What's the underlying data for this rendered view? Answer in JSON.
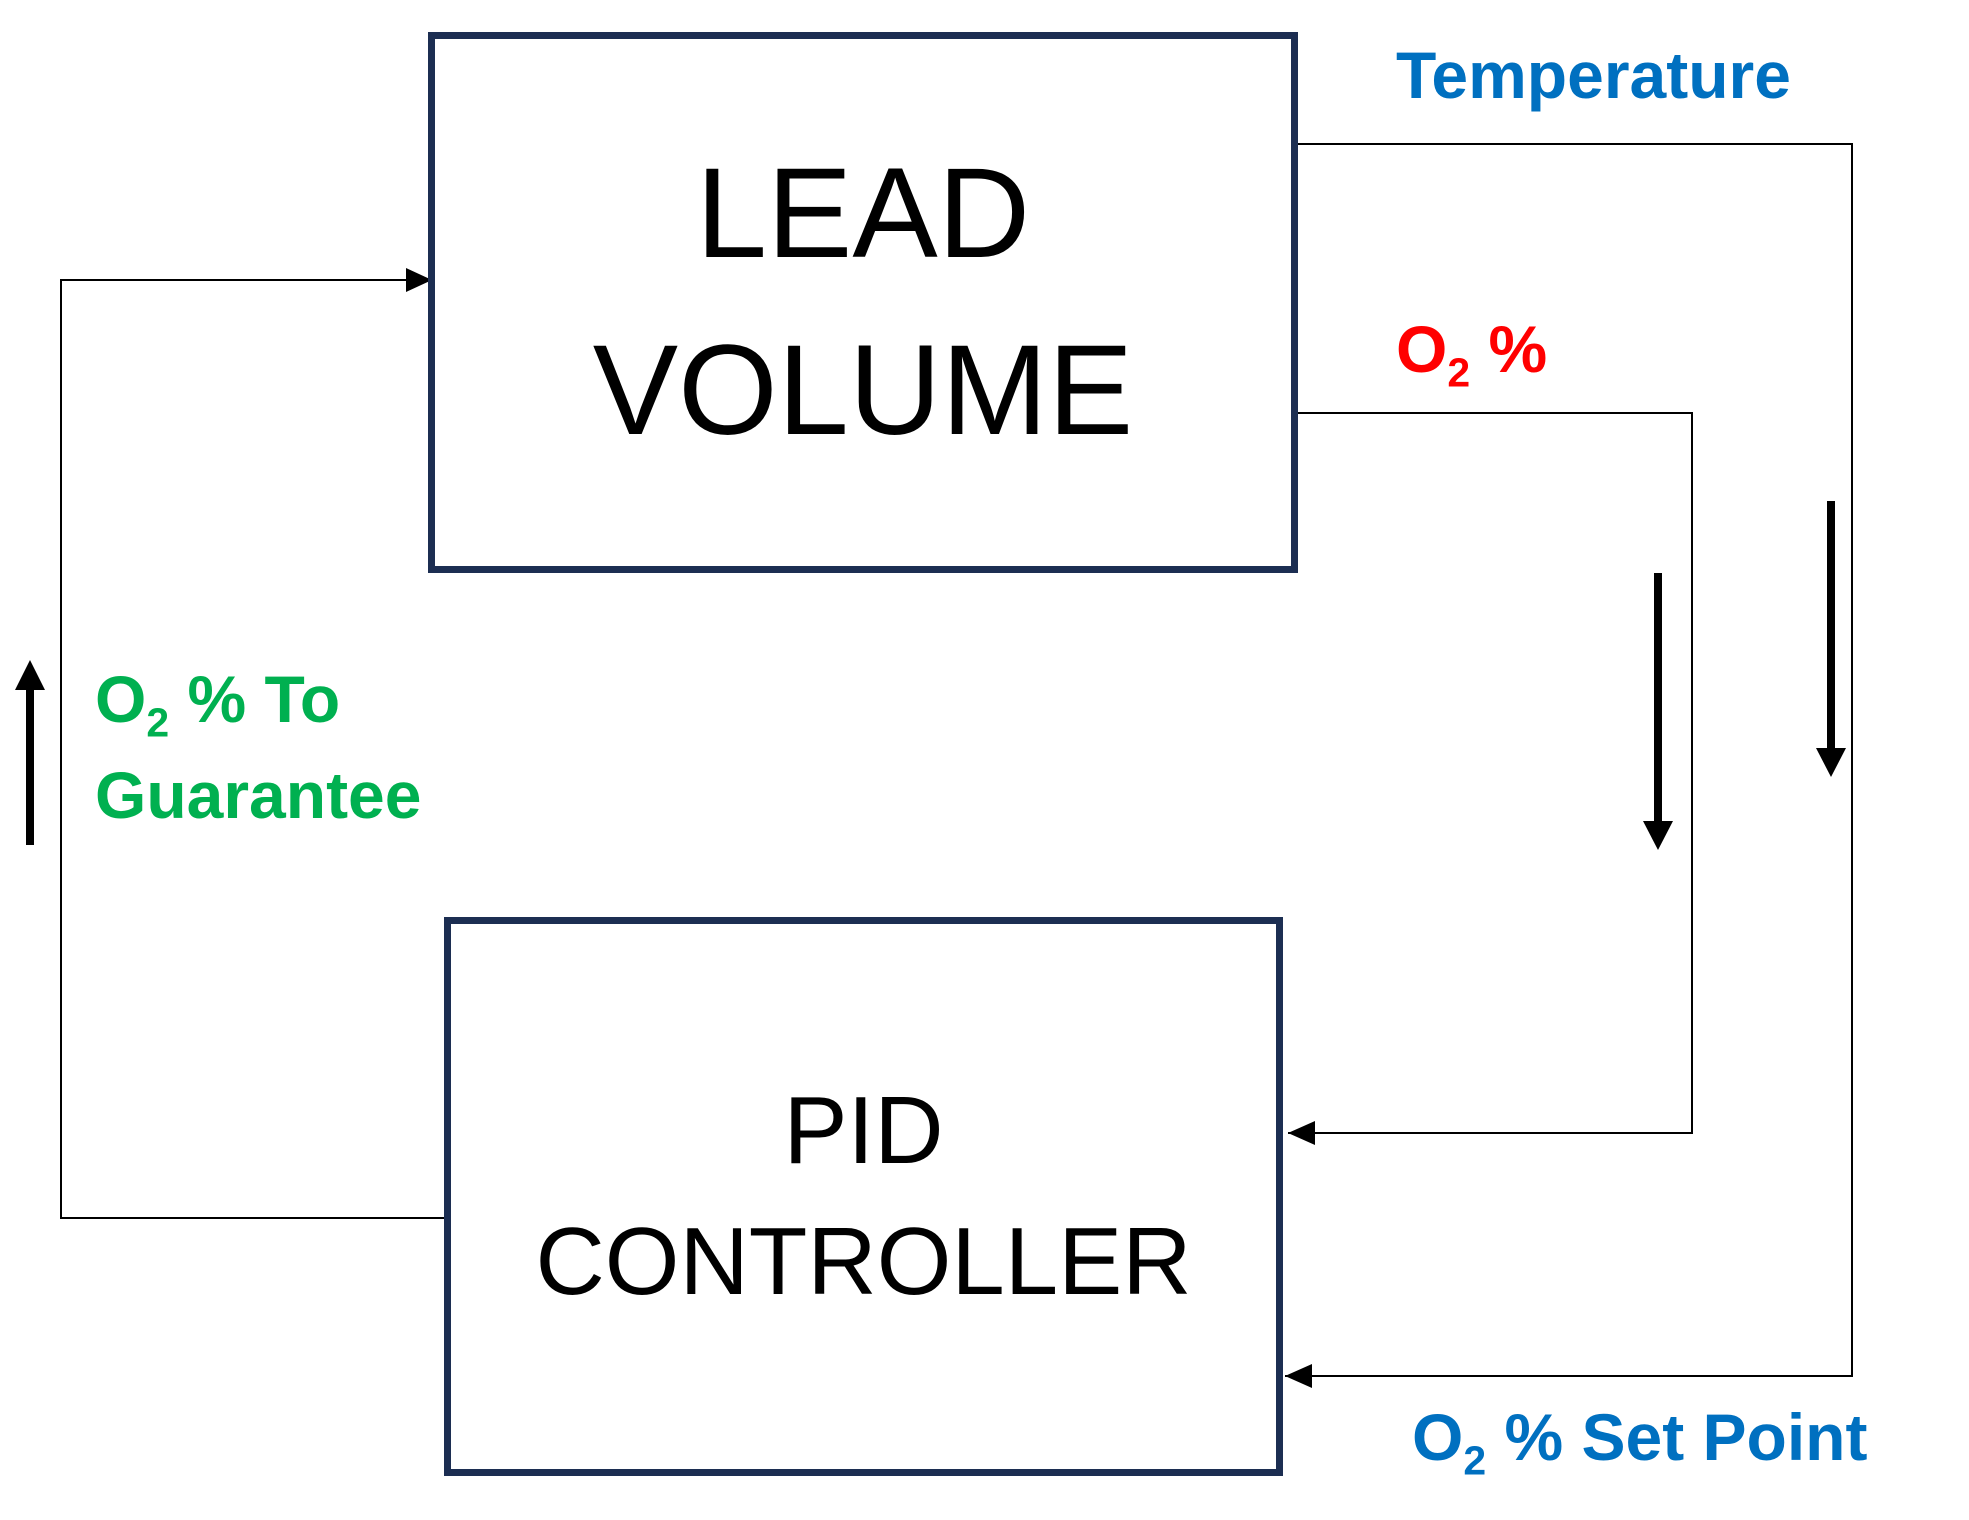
{
  "diagram": {
    "blocks": {
      "lead_volume": {
        "line1": "LEAD",
        "line2": "VOLUME"
      },
      "pid_controller": {
        "line1": "PID",
        "line2": "CONTROLLER"
      }
    },
    "signals": {
      "temperature": {
        "text": "Temperature",
        "color": "#0070c0"
      },
      "o2": {
        "base": "O",
        "sub": "2",
        "rest": " %",
        "color": "#ff0000"
      },
      "setpoint": {
        "base": "O",
        "sub": "2",
        "rest": " % Set Point",
        "color": "#0070c0"
      },
      "guarantee": {
        "base": "O",
        "sub": "2",
        "rest": " % To",
        "line2": "Guarantee",
        "color": "#00b050"
      }
    },
    "line_color": "#000000",
    "block_border_color": "#1c2e52"
  }
}
